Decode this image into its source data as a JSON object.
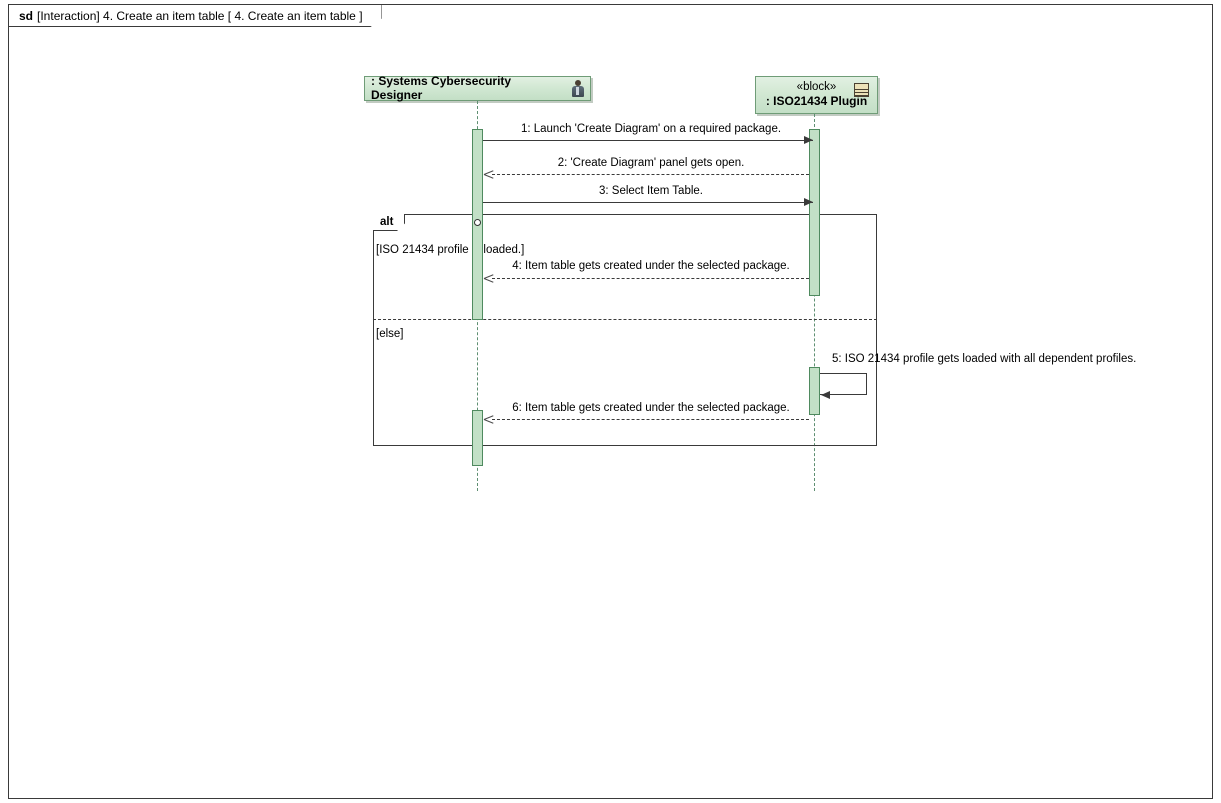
{
  "frame": {
    "keyword": "sd",
    "header_text": "[Interaction] 4. Create an item table [ 4. Create an item table ]"
  },
  "colors": {
    "lifeline_head_fill": "#d2e8d3",
    "lifeline_head_border": "#6f9c77",
    "activation_fill": "#c2e0c6",
    "activation_border": "#4f8a5f",
    "lifeline_dash": "#5f8f72",
    "message_line": "#3a3a3a",
    "frame_border": "#3a3a3a",
    "block_icon_fill": "#ece2b9"
  },
  "lifelines": [
    {
      "id": "designer",
      "stereotype": "",
      "name": ": Systems Cybersecurity Designer",
      "icon": "actor-icon"
    },
    {
      "id": "plugin",
      "stereotype": "«block»",
      "name": ": ISO21434 Plugin",
      "icon": "block-icon"
    }
  ],
  "messages": [
    {
      "num": "1",
      "label": "1:  Launch 'Create Diagram' on a required package.",
      "kind": "call",
      "direction": "right"
    },
    {
      "num": "2",
      "label": "2:  'Create Diagram' panel gets open.",
      "kind": "return",
      "direction": "left"
    },
    {
      "num": "3",
      "label": "3:  Select Item Table.",
      "kind": "call",
      "direction": "right"
    },
    {
      "num": "4",
      "label": "4:  Item table gets created under the selected package.",
      "kind": "return",
      "direction": "left"
    },
    {
      "num": "5",
      "label": "5:  ISO 21434 profile gets loaded with all dependent profiles.",
      "kind": "call",
      "direction": "self"
    },
    {
      "num": "6",
      "label": "6:  Item table gets created under the selected package.",
      "kind": "return",
      "direction": "left"
    }
  ],
  "fragment": {
    "operator": "alt",
    "guards": [
      "[ISO 21434 profile is loaded.]",
      "[else]"
    ]
  }
}
